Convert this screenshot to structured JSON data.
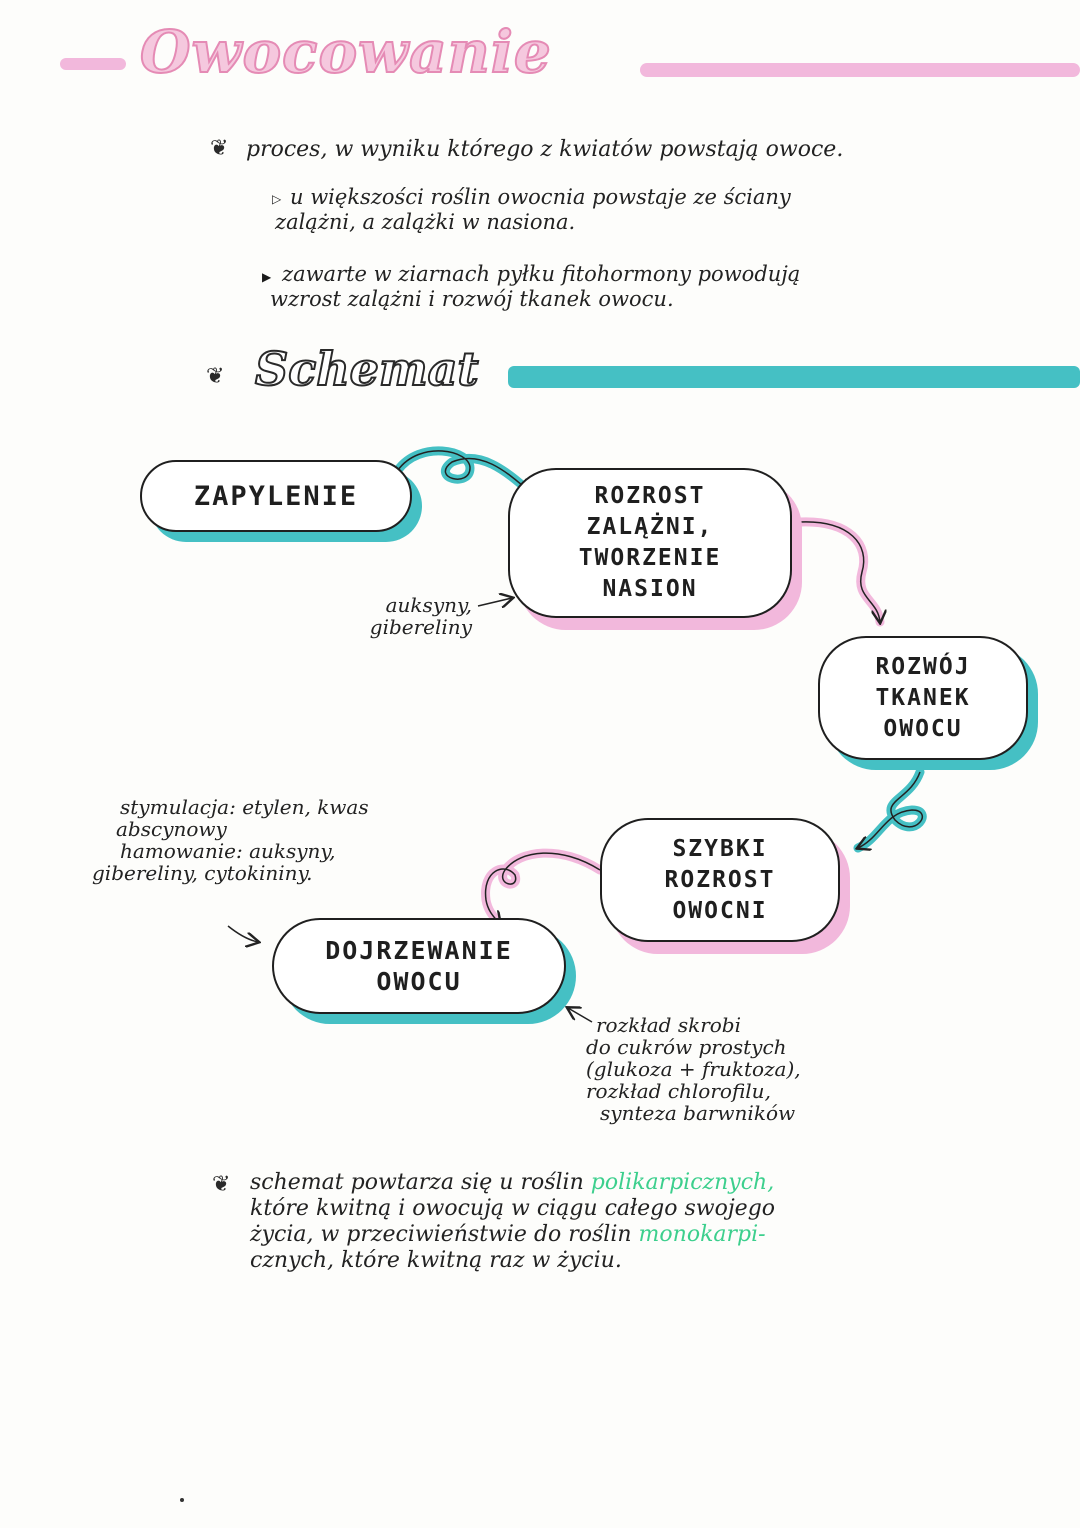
{
  "title": "Owocowanie",
  "bullets": [
    "proces, w wyniku którego z kwiatów powstają owoce."
  ],
  "subbullets": [
    [
      "u większości roślin owocnia powstaje ze ściany",
      "zalążni, a zalążki w nasiona."
    ],
    [
      "zawarte w ziarnach pyłku fitohormony powodują",
      "wzrost zalążni i rozwój tkanek owocu."
    ]
  ],
  "schemat_heading": "Schemat",
  "diagram": {
    "nodes": {
      "zapylenie": [
        "ZAPYLENIE"
      ],
      "rozrost": [
        "ROZROST",
        "ZALĄŻNI,",
        "TWORZENIE",
        "NASION"
      ],
      "rozwoj": [
        "ROZWÓJ",
        "TKANEK",
        "OWOCU"
      ],
      "szybki": [
        "SZYBKI",
        "ROZROST",
        "OWOCNI"
      ],
      "dojrzewanie": [
        "DOJRZEWANIE",
        "OWOCU"
      ]
    },
    "annotations": {
      "hormones": [
        "auksyny,",
        "gibereliny"
      ],
      "stimulation": [
        "stymulacja: etylen, kwas",
        "abscynowy",
        "hamowanie: auksyny,",
        "gibereliny, cytokininy."
      ],
      "ripening": [
        "rozkład skrobi",
        "do cukrów prostych",
        "(glukoza + fruktoza),",
        "rozkład chlorofilu,",
        "synteza barwników"
      ]
    }
  },
  "closing": {
    "p1": "schemat powtarza się u roślin ",
    "polikarpicznych": "polikarpicznych,",
    "p2": "które kwitną i owocują w ciągu całego swojego",
    "p3": "życia, w przeciwieństwie do roślin ",
    "monokarpi": "monokarpi-",
    "p4": "cznych, które kwitną raz w życiu."
  },
  "colors": {
    "pink": "#f2b8dc",
    "pink_dark": "#e58bb5",
    "teal": "#45c0c4",
    "green": "#3ccf8d"
  }
}
